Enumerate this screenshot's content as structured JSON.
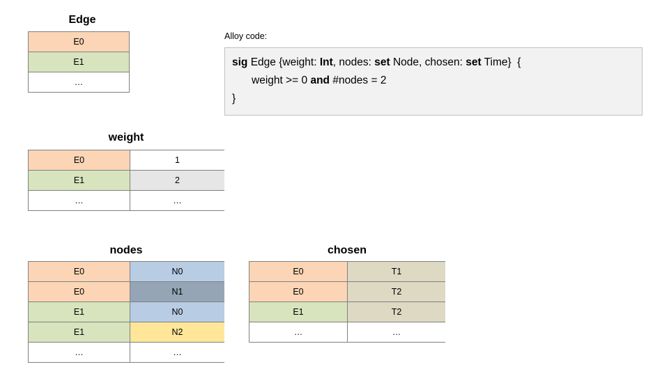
{
  "alloy": {
    "label": "Alloy code:",
    "line1_a": "sig",
    "line1_b": " Edge {weight: ",
    "line1_c": "Int",
    "line1_d": ", nodes: ",
    "line1_e": "set",
    "line1_f": " Node, chosen: ",
    "line1_g": "set",
    "line1_h": " Time}  {",
    "line2_a": "weight >= 0 ",
    "line2_b": "and",
    "line2_c": " #nodes = 2",
    "line3": "}"
  },
  "tables": {
    "edge": {
      "title": "Edge",
      "rows": [
        {
          "cells": [
            {
              "text": "E0",
              "fill": "c-orange"
            }
          ]
        },
        {
          "cells": [
            {
              "text": "E1",
              "fill": "c-green"
            }
          ]
        },
        {
          "cells": [
            {
              "text": "…",
              "fill": "c-white"
            }
          ]
        }
      ]
    },
    "weight": {
      "title": "weight",
      "rows": [
        {
          "cells": [
            {
              "text": "E0",
              "fill": "c-orange"
            },
            {
              "text": "1",
              "fill": "c-white"
            }
          ]
        },
        {
          "cells": [
            {
              "text": "E1",
              "fill": "c-green"
            },
            {
              "text": "2",
              "fill": "c-gray"
            }
          ]
        },
        {
          "cells": [
            {
              "text": "…",
              "fill": "c-white"
            },
            {
              "text": "…",
              "fill": "c-white"
            }
          ]
        }
      ]
    },
    "nodes": {
      "title": "nodes",
      "rows": [
        {
          "cells": [
            {
              "text": "E0",
              "fill": "c-orange"
            },
            {
              "text": "N0",
              "fill": "c-blue"
            }
          ]
        },
        {
          "cells": [
            {
              "text": "E0",
              "fill": "c-orange"
            },
            {
              "text": "N1",
              "fill": "c-dblue"
            }
          ]
        },
        {
          "cells": [
            {
              "text": "E1",
              "fill": "c-green"
            },
            {
              "text": "N0",
              "fill": "c-blue"
            }
          ]
        },
        {
          "cells": [
            {
              "text": "E1",
              "fill": "c-green"
            },
            {
              "text": "N2",
              "fill": "c-yellow"
            }
          ]
        },
        {
          "cells": [
            {
              "text": "…",
              "fill": "c-white"
            },
            {
              "text": "…",
              "fill": "c-white"
            }
          ]
        }
      ]
    },
    "chosen": {
      "title": "chosen",
      "rows": [
        {
          "cells": [
            {
              "text": "E0",
              "fill": "c-orange"
            },
            {
              "text": "T1",
              "fill": "c-tan"
            }
          ]
        },
        {
          "cells": [
            {
              "text": "E0",
              "fill": "c-orange"
            },
            {
              "text": "T2",
              "fill": "c-tan"
            }
          ]
        },
        {
          "cells": [
            {
              "text": "E1",
              "fill": "c-green"
            },
            {
              "text": "T2",
              "fill": "c-tan"
            }
          ]
        },
        {
          "cells": [
            {
              "text": "…",
              "fill": "c-white"
            },
            {
              "text": "…",
              "fill": "c-white"
            }
          ]
        }
      ]
    }
  }
}
